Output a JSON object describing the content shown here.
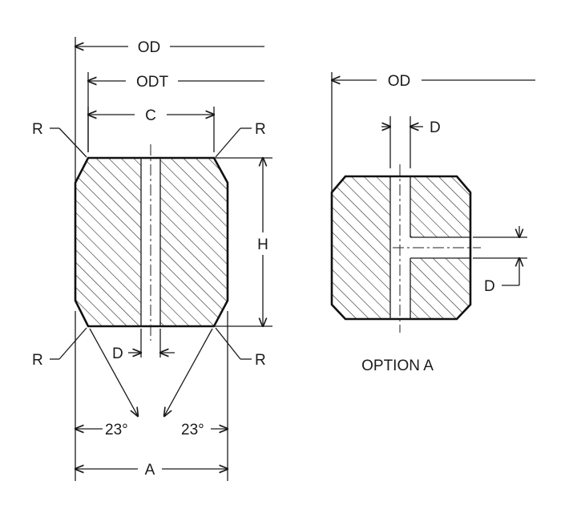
{
  "main_view": {
    "labels": {
      "od": "OD",
      "odt": "ODT",
      "c": "C",
      "h": "H",
      "d": "D",
      "a": "A",
      "r_top_left": "R",
      "r_top_right": "R",
      "r_bottom_left": "R",
      "r_bottom_right": "R",
      "angle_left": "23°",
      "angle_right": "23°"
    },
    "chamfer_angle_deg": 23
  },
  "option_view": {
    "labels": {
      "od": "OD",
      "d_top": "D",
      "d_side": "D"
    },
    "caption": "OPTION A"
  },
  "colors": {
    "line": "#1a1a1a",
    "background": "#ffffff"
  }
}
